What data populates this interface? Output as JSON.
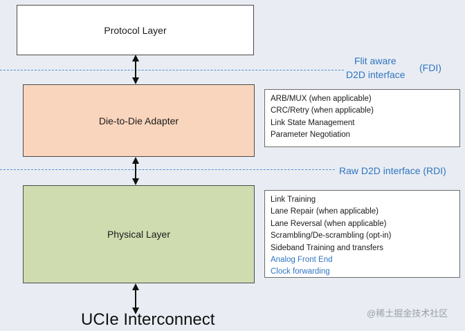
{
  "layers": {
    "protocol": "Protocol Layer",
    "adapter": "Die-to-Die Adapter",
    "physical": "Physical Layer"
  },
  "interfaces": {
    "fdi": {
      "line1": "Flit aware",
      "line2": "D2D interface",
      "abbr": "(FDI)"
    },
    "rdi": "Raw D2D interface (RDI)"
  },
  "adapter_features": [
    "ARB/MUX (when applicable)",
    "CRC/Retry (when applicable)",
    "Link State Management",
    "Parameter Negotiation"
  ],
  "phy_features": [
    "Link Training",
    "Lane Repair (when applicable)",
    "Lane Reversal (when applicable)",
    "Scrambling/De-scrambling (opt-in)",
    "Sideband Training and transfers",
    "Analog Front End",
    "Clock forwarding"
  ],
  "interconnect": "UCIe Interconnect",
  "watermark": "@稀土掘金技术社区",
  "colors": {
    "protocol_fill": "#ffffff",
    "adapter_fill": "#fad5bd",
    "physical_fill": "#cfdcb0",
    "interface_blue": "#2f74c0"
  }
}
